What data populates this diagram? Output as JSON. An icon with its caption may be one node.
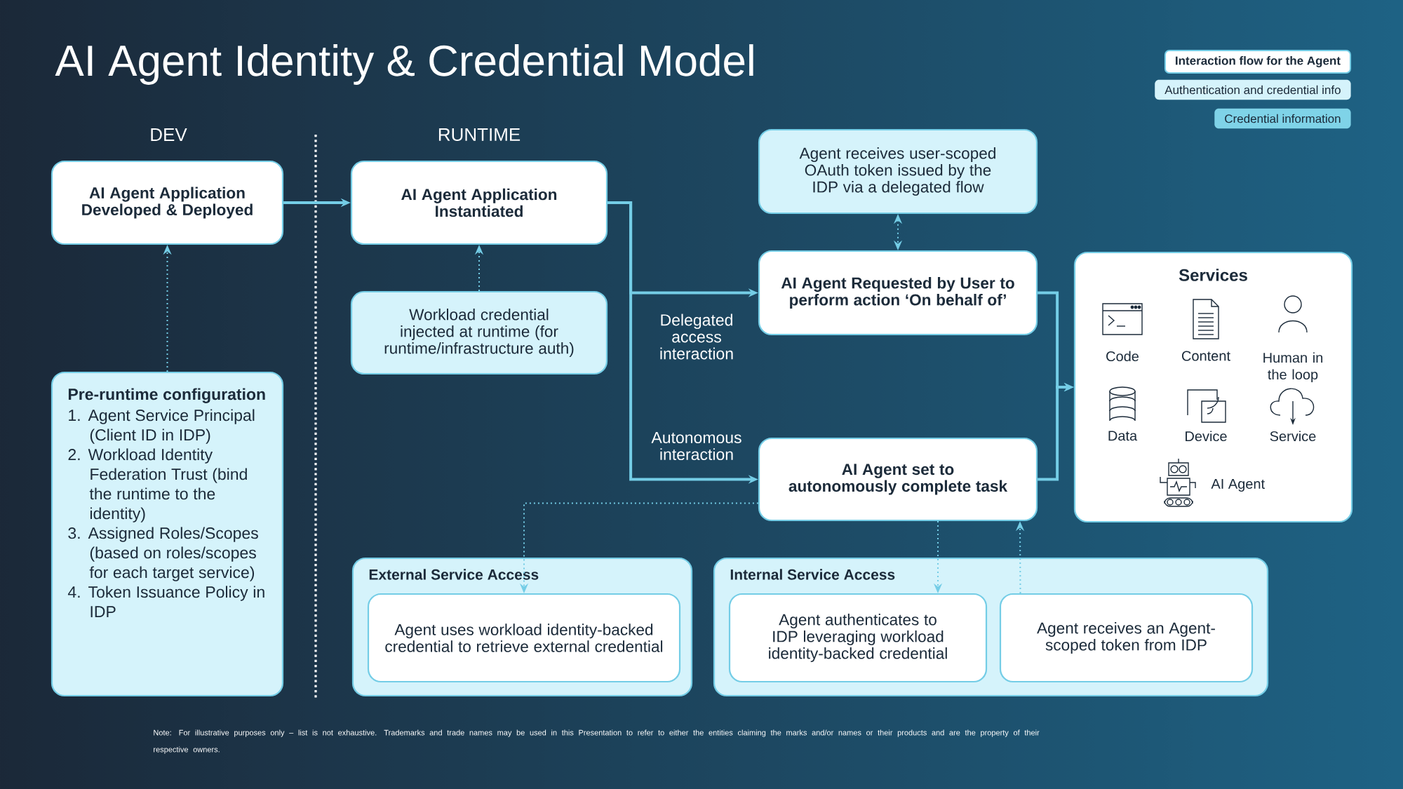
{
  "diagram": {
    "title": "AI Agent Identity & Credential Model",
    "nodes": [
      {
        "text": [
          "AI Agent Application Developed & Deployed"
        ]
      },
      {
        "text": [
          "Pre-runtime configuration",
          "1. Agent Service Principal (Client ID in IDP)",
          "2. Workload Identity Federation Trust (bind the runtime to the identity)",
          "3. Assigned Roles/Scopes (based on roles/scopes for each target service)",
          "4. Token Issuance Policy in IDP"
        ]
      },
      {
        "text": [
          "AI Agent Application Instantiated"
        ]
      },
      {
        "text": [
          "Workload credential injected at runtime (for runtime/infrastructure auth)"
        ]
      },
      {
        "text": [
          "Agent receives user-scoped OAuth token issued by the IDP via a delegated flow"
        ]
      },
      {
        "text": [
          "AI Agent Requested by User to perform action ‘On behalf of’"
        ]
      },
      {
        "text": [
          "AI Agent set to autonomously complete task"
        ]
      },
      {
        "text": [
          "Services",
          "Code",
          "Content",
          "Human in the loop",
          "Data",
          "Device",
          "Service",
          "AI Agent"
        ]
      },
      {
        "text": [
          "External Service Access"
        ]
      },
      {
        "text": [
          "Agent uses workload identity-backed credential to retrieve external credential"
        ],
        "in": 8
      },
      {
        "text": [
          "Internal Service Access"
        ]
      },
      {
        "text": [
          "Agent authenticates to IDP leveraging workload identity-backed credential"
        ],
        "in": 10
      },
      {
        "text": [
          "Agent receives an Agent-scoped token from IDP"
        ],
        "in": 10
      }
    ],
    "edges": [
      {
        "from": 1,
        "to": 0,
        "arrow": "to",
        "style": "dashed"
      },
      {
        "from": 0,
        "to": 2,
        "arrow": "to"
      },
      {
        "from": 3,
        "to": 2,
        "arrow": "to",
        "style": "dashed"
      },
      {
        "from": 2,
        "to": 5,
        "arrow": "to",
        "label": "Delegated access interaction"
      },
      {
        "from": 2,
        "to": 6,
        "arrow": "to",
        "label": "Autonomous interaction"
      },
      {
        "from": 4,
        "to": 5,
        "arrow": "both",
        "style": "dashed"
      },
      {
        "from": 5,
        "to": 7,
        "arrow": "to"
      },
      {
        "from": 6,
        "to": 7,
        "arrow": "to"
      },
      {
        "from": 6,
        "to": 9,
        "arrow": "to",
        "style": "dashed"
      },
      {
        "from": 6,
        "to": 11,
        "arrow": "to",
        "style": "dashed"
      },
      {
        "from": 12,
        "to": 6,
        "arrow": "to",
        "style": "dashed"
      }
    ],
    "labels": [
      "DEV",
      "RUNTIME",
      "Note: For illustrative purposes only – list is not exhaustive. Trademarks and trade names may be used in this Presentation to refer to either the entities claiming the marks and/or names or their products and are the property of their respective owners."
    ],
    "legend": [
      {
        "text": "Interaction flow for the Agent",
        "color": "#ffffff"
      },
      {
        "text": "Authentication and credential info",
        "color": "#d5f3fb"
      },
      {
        "text": "Credential information",
        "color": "#7fd3e8"
      }
    ]
  }
}
